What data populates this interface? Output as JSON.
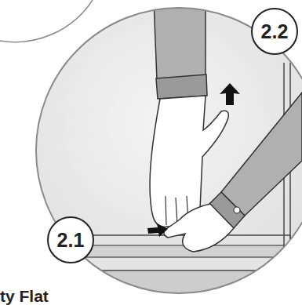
{
  "diagram": {
    "nodes": [
      {
        "text": [
          "2.2"
        ]
      },
      {
        "text": [
          "2.1"
        ]
      }
    ],
    "labels": [
      "ty Flat"
    ]
  }
}
